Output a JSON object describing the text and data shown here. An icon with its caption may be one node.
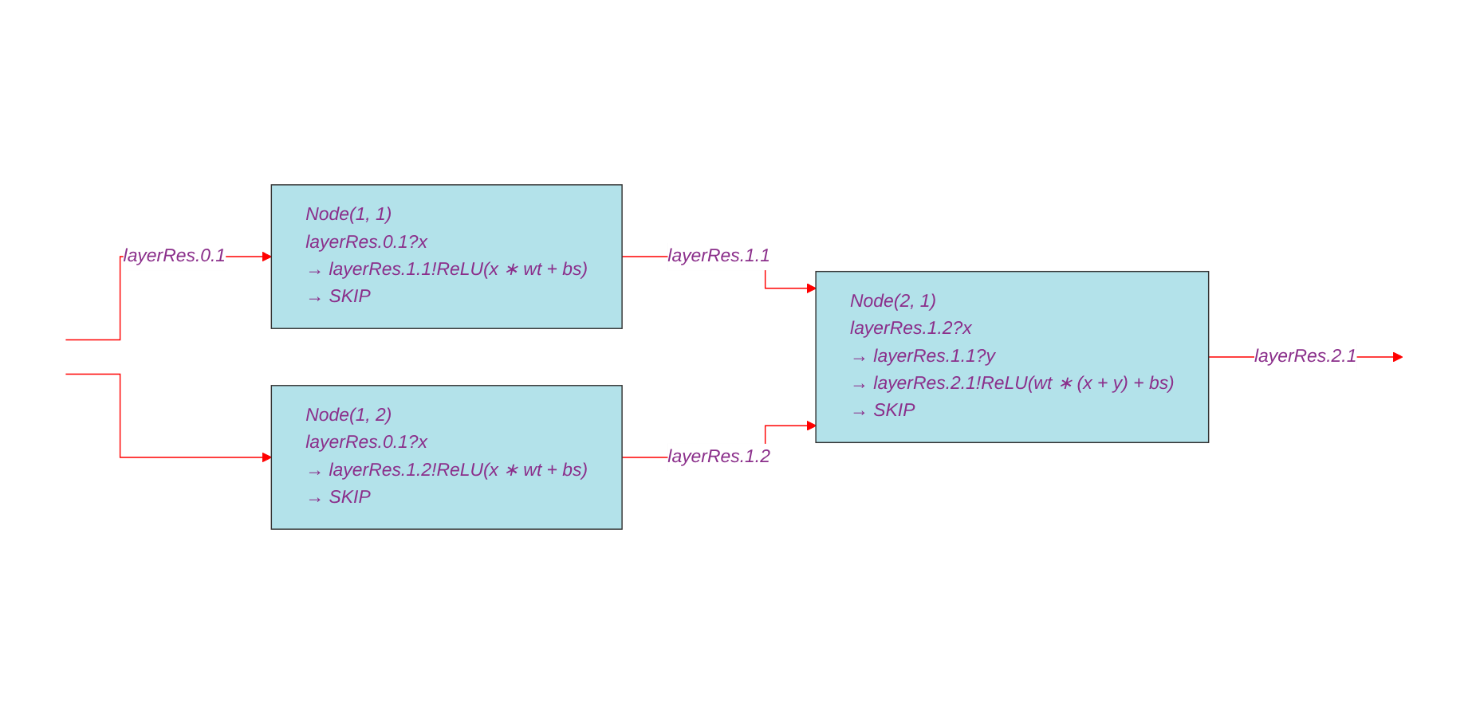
{
  "diagram": {
    "nodes": [
      {
        "text": [
          "Node(1, 1)",
          "layerRes.0.1?x",
          "→ layerRes.1.1!ReLU(x ∗ wt + bs)",
          "→ SKIP"
        ]
      },
      {
        "text": [
          "Node(1, 2)",
          "layerRes.0.1?x",
          "→ layerRes.1.2!ReLU(x ∗ wt + bs)",
          "→ SKIP"
        ]
      },
      {
        "text": [
          "Node(2, 1)",
          "layerRes.1.2?x",
          "→ layerRes.1.1?y",
          "→ layerRes.2.1!ReLU(wt ∗ (x + y) + bs)",
          "→ SKIP"
        ]
      }
    ],
    "edges": [
      {
        "from": null,
        "to": 0,
        "arrow": "to",
        "label": "layerRes.0.1",
        "color": "#ff0000"
      },
      {
        "from": null,
        "to": 1,
        "arrow": "to",
        "color": "#ff0000"
      },
      {
        "from": 0,
        "to": 2,
        "arrow": "to",
        "label": "layerRes.1.1",
        "color": "#ff0000"
      },
      {
        "from": 1,
        "to": 2,
        "arrow": "to",
        "label": "layerRes.1.2",
        "color": "#ff0000"
      },
      {
        "from": 2,
        "to": null,
        "arrow": "to",
        "label": "layerRes.2.1",
        "color": "#ff0000"
      }
    ]
  }
}
